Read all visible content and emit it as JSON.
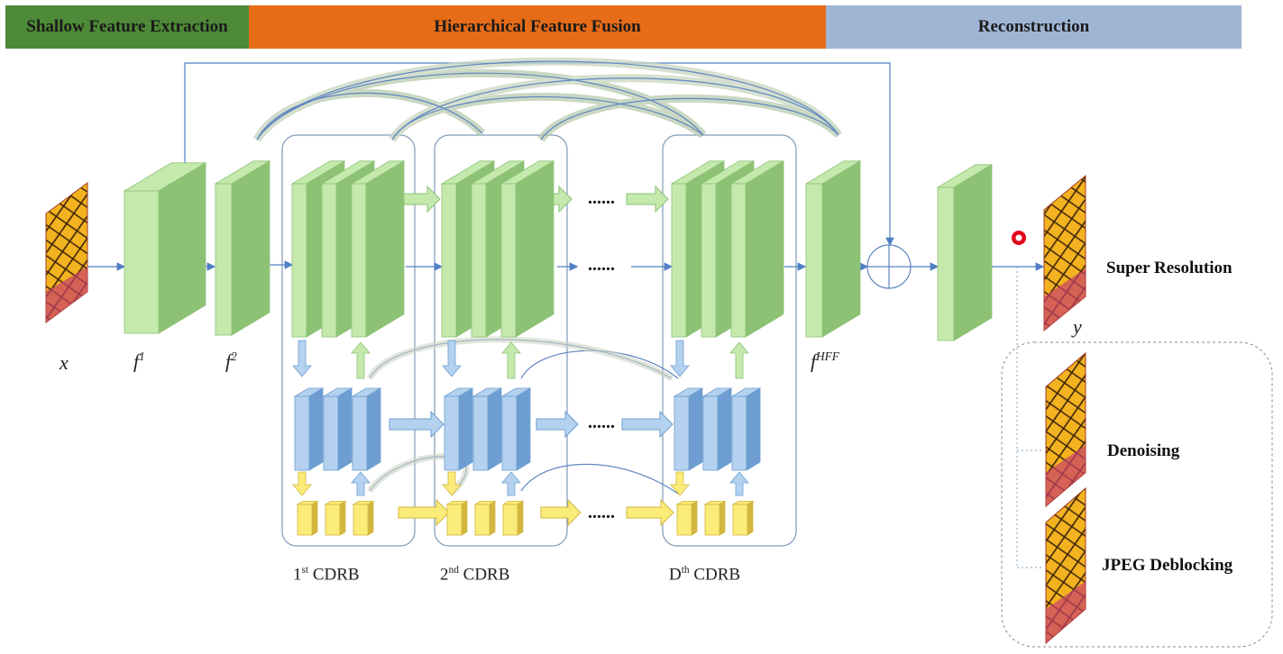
{
  "stages": {
    "shallow": "Shallow  Feature Extraction",
    "hff": "Hierarchical Feature Fusion",
    "reconstruction": "Reconstruction"
  },
  "labels": {
    "input": "x",
    "f1_base": "f",
    "f1_sup": "1",
    "f2_base": "f",
    "f2_sup": "2",
    "fhff_base": "f",
    "fhff_sup": "HFF",
    "output": "y",
    "ellipsis": "......"
  },
  "cdrb": [
    {
      "index": "1",
      "suffix": "st",
      "name": "CDRB"
    },
    {
      "index": "2",
      "suffix": "nd",
      "name": "CDRB"
    },
    {
      "index": "D",
      "suffix": "th",
      "name": "CDRB"
    }
  ],
  "tasks": {
    "super_resolution": "Super Resolution",
    "denoising": "Denoising",
    "jpeg_deblocking": "JPEG Deblocking"
  },
  "colors": {
    "green_front": "#c5e9ad",
    "green_side": "#8dc275",
    "blue_front": "#b4d2ef",
    "blue_side": "#6e9ed1",
    "yellow_front": "#fbec7a",
    "yellow_side": "#d2b63e",
    "line": "#4f7fc4",
    "shallow_banner": "#4e8a37",
    "hff_banner": "#e66c17",
    "recon_banner": "#9fb5d4"
  },
  "icons": [
    "butterfly-image-icon",
    "sum-node-icon"
  ]
}
